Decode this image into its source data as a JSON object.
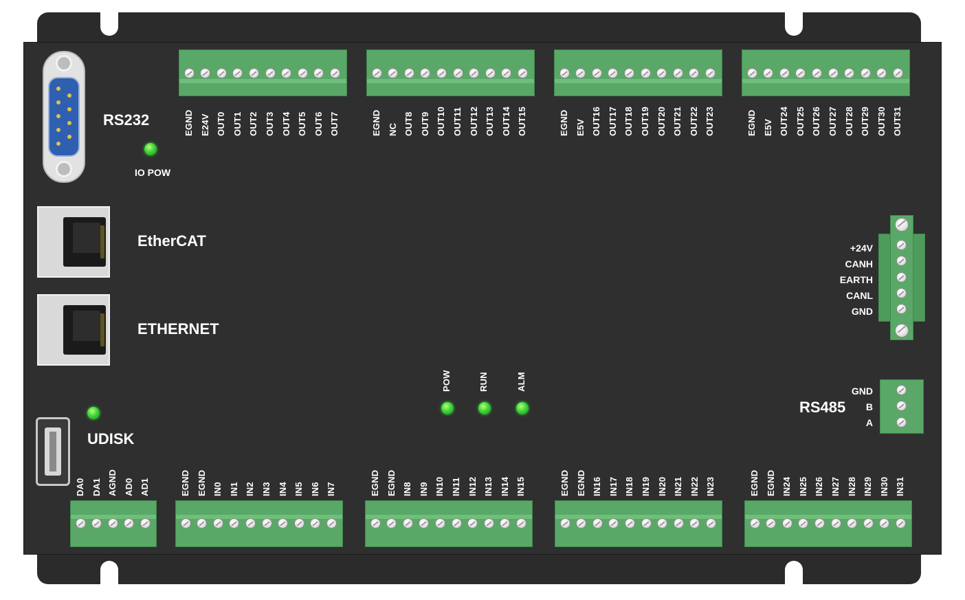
{
  "labels": {
    "rs232": "RS232",
    "io_pow": "IO POW",
    "ethercat": "EtherCAT",
    "ethernet": "ETHERNET",
    "udisk": "UDISK",
    "rs485": "RS485"
  },
  "status_leds": [
    "POW",
    "RUN",
    "ALM"
  ],
  "top_blocks": [
    [
      "EGND",
      "E24V",
      "OUT0",
      "OUT1",
      "OUT2",
      "OUT3",
      "OUT4",
      "OUT5",
      "OUT6",
      "OUT7"
    ],
    [
      "EGND",
      "NC",
      "OUT8",
      "OUT9",
      "OUT10",
      "OUT11",
      "OUT12",
      "OUT13",
      "OUT14",
      "OUT15"
    ],
    [
      "EGND",
      "E5V",
      "OUT16",
      "OUT17",
      "OUT18",
      "OUT19",
      "OUT20",
      "OUT21",
      "OUT22",
      "OUT23"
    ],
    [
      "EGND",
      "E5V",
      "OUT24",
      "OUT25",
      "OUT26",
      "OUT27",
      "OUT28",
      "OUT29",
      "OUT30",
      "OUT31"
    ]
  ],
  "bottom_blocks": [
    [
      "DA0",
      "DA1",
      "AGND",
      "AD0",
      "AD1"
    ],
    [
      "EGND",
      "EGND",
      "IN0",
      "IN1",
      "IN2",
      "IN3",
      "IN4",
      "IN5",
      "IN6",
      "IN7"
    ],
    [
      "EGND",
      "EGND",
      "IN8",
      "IN9",
      "IN10",
      "IN11",
      "IN12",
      "IN13",
      "IN14",
      "IN15"
    ],
    [
      "EGND",
      "EGND",
      "IN16",
      "IN17",
      "IN18",
      "IN19",
      "IN20",
      "IN21",
      "IN22",
      "IN23"
    ],
    [
      "EGND",
      "EGND",
      "IN24",
      "IN25",
      "IN26",
      "IN27",
      "IN28",
      "IN29",
      "IN30",
      "IN31"
    ]
  ],
  "can_pins": [
    "+24V",
    "CANH",
    "EARTH",
    "CANL",
    "GND"
  ],
  "rs485_pins": [
    "GND",
    "B",
    "A"
  ],
  "colors": {
    "terminal_green": "#5aa867",
    "led_green": "#3fd43a",
    "board": "#2f2f2f",
    "db9_face": "#2f5fb0"
  }
}
